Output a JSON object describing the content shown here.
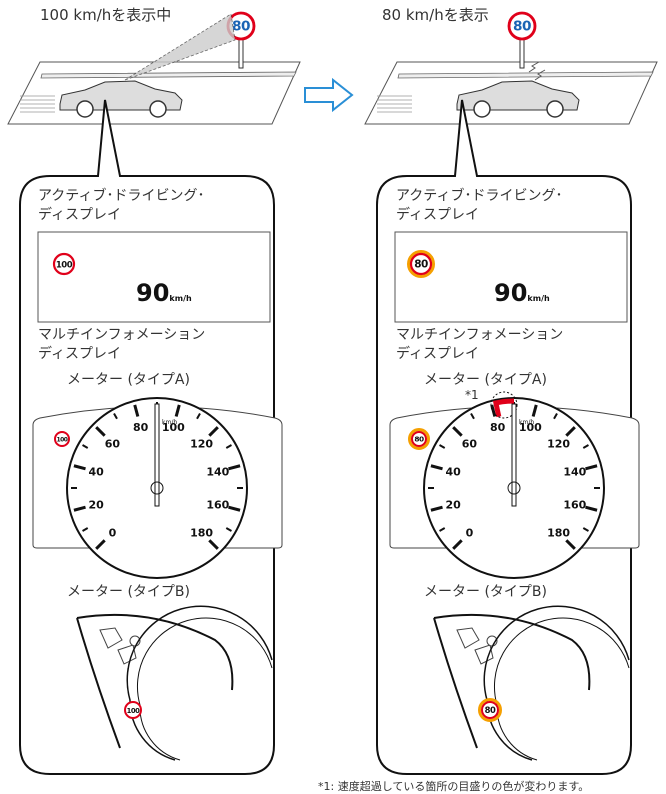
{
  "left": {
    "caption": "100 km/hを表示中",
    "road_sign_value": "80",
    "adhud_title": [
      "アクティブ･ドライビング･",
      "ディスプレイ"
    ],
    "adhud_sign": "100",
    "speed_value": "90",
    "speed_unit": "km/h",
    "mid_title": [
      "マルチインフォメーション",
      "ディスプレイ"
    ],
    "meter_a_title": "メーター (タイプA)",
    "meter_a_sign": "100",
    "meter_b_title": "メーター (タイプB)",
    "meter_b_sign": "100"
  },
  "right": {
    "caption": "80 km/hを表示",
    "road_sign_value": "80",
    "adhud_title": [
      "アクティブ･ドライビング･",
      "ディスプレイ"
    ],
    "adhud_sign": "80",
    "speed_value": "90",
    "speed_unit": "km/h",
    "mid_title": [
      "マルチインフォメーション",
      "ディスプレイ"
    ],
    "meter_a_title": "メーター (タイプA)",
    "meter_a_sign": "80",
    "meter_b_title": "メーター (タイプB)",
    "meter_b_sign": "80",
    "marker": "*1"
  },
  "gauge": {
    "min": 0,
    "max": 180,
    "needle_value": 90,
    "overspeed_from": 80,
    "labels": [
      "0",
      "20",
      "40",
      "60",
      "80",
      "100",
      "120",
      "140",
      "160",
      "180"
    ],
    "unit": "km/h"
  },
  "footnote": "*1: 速度超過している箇所の目盛りの色が変わります。",
  "colors": {
    "sign_red": "#e0001a",
    "sign_blue": "#1a64b4",
    "highlight_orange": "#f5a000",
    "arrow_blue": "#2a8fd6"
  }
}
